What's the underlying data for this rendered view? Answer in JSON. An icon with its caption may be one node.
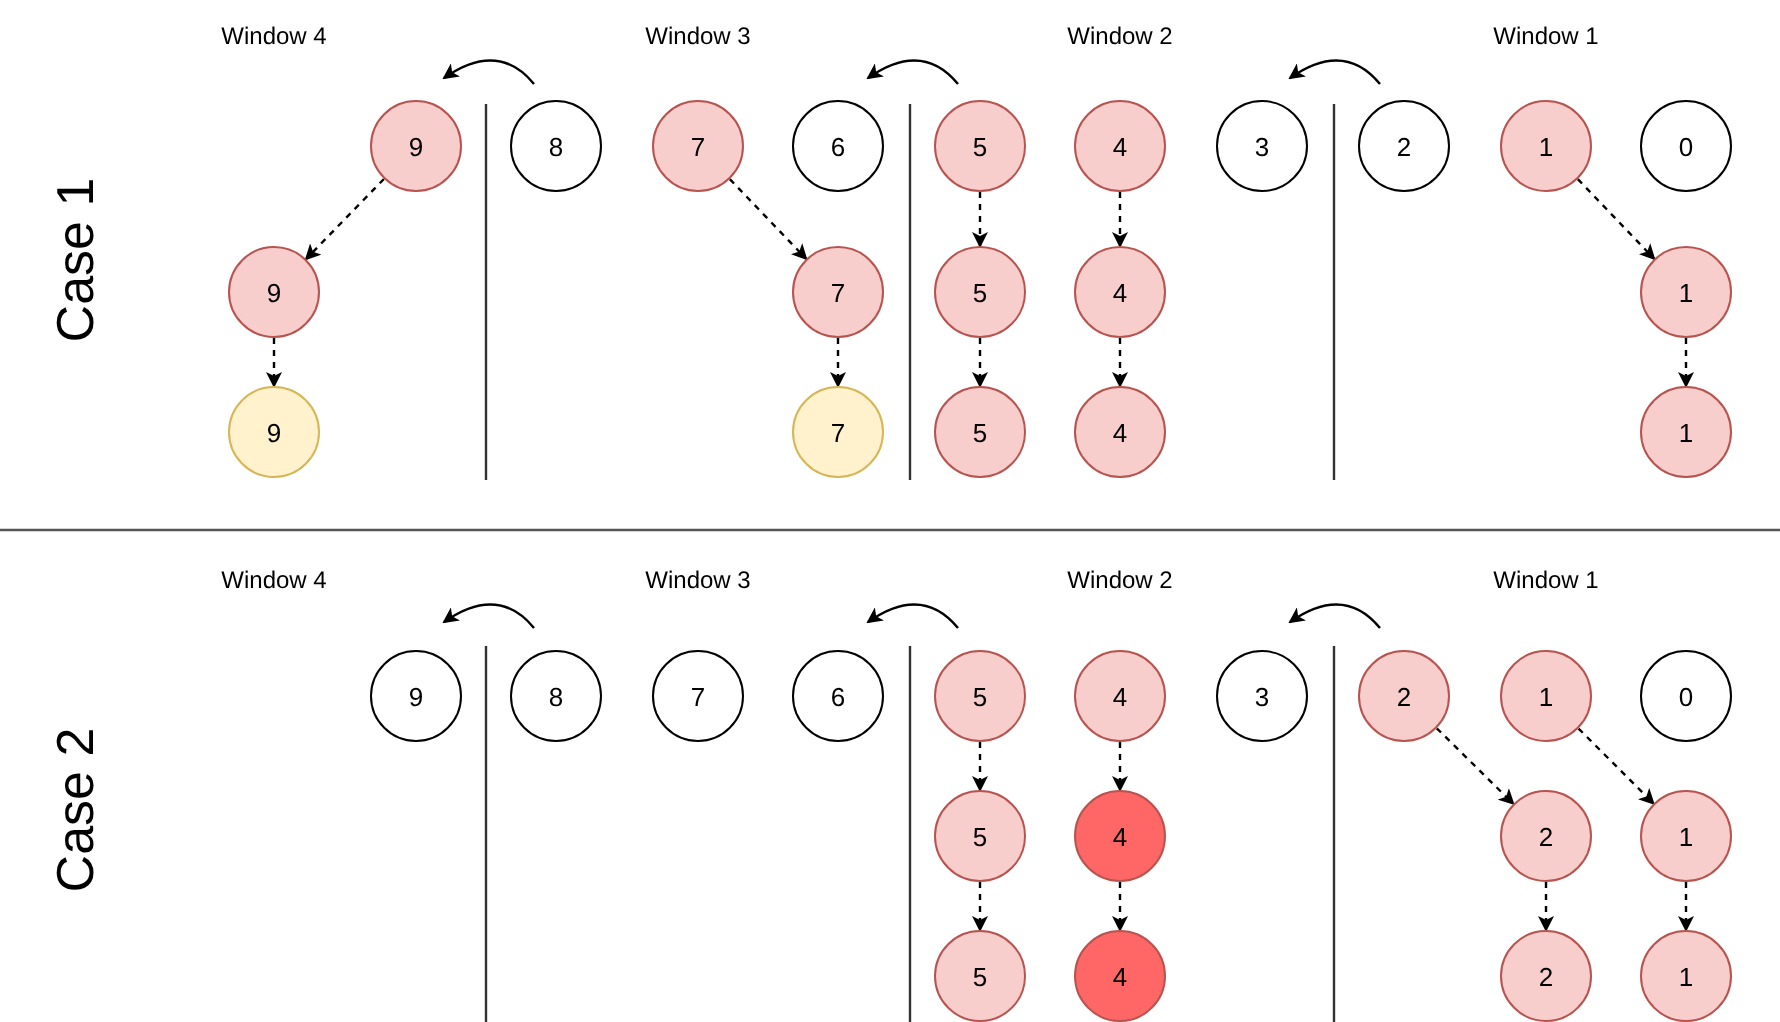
{
  "diagram": {
    "nodes": [
      {
        "text": [
          "9"
        ]
      },
      {
        "text": [
          "8"
        ]
      },
      {
        "text": [
          "7"
        ]
      },
      {
        "text": [
          "6"
        ]
      },
      {
        "text": [
          "5"
        ]
      },
      {
        "text": [
          "4"
        ]
      },
      {
        "text": [
          "3"
        ]
      },
      {
        "text": [
          "2"
        ]
      },
      {
        "text": [
          "1"
        ]
      },
      {
        "text": [
          "0"
        ]
      },
      {
        "text": [
          "9"
        ]
      },
      {
        "text": [
          "7"
        ]
      },
      {
        "text": [
          "5"
        ]
      },
      {
        "text": [
          "4"
        ]
      },
      {
        "text": [
          "1"
        ]
      },
      {
        "text": [
          "9"
        ]
      },
      {
        "text": [
          "7"
        ]
      },
      {
        "text": [
          "5"
        ]
      },
      {
        "text": [
          "4"
        ]
      },
      {
        "text": [
          "1"
        ]
      },
      {
        "text": [
          "9"
        ]
      },
      {
        "text": [
          "8"
        ]
      },
      {
        "text": [
          "7"
        ]
      },
      {
        "text": [
          "6"
        ]
      },
      {
        "text": [
          "5"
        ]
      },
      {
        "text": [
          "4"
        ]
      },
      {
        "text": [
          "3"
        ]
      },
      {
        "text": [
          "2"
        ]
      },
      {
        "text": [
          "1"
        ]
      },
      {
        "text": [
          "0"
        ]
      },
      {
        "text": [
          "5"
        ]
      },
      {
        "text": [
          "4"
        ]
      },
      {
        "text": [
          "2"
        ]
      },
      {
        "text": [
          "1"
        ]
      },
      {
        "text": [
          "5"
        ]
      },
      {
        "text": [
          "4"
        ]
      },
      {
        "text": [
          "2"
        ]
      },
      {
        "text": [
          "1"
        ]
      }
    ],
    "edges": [
      {
        "from": 0,
        "to": 10,
        "arrow": "to",
        "style": "dashed"
      },
      {
        "from": 10,
        "to": 15,
        "arrow": "to",
        "style": "dashed"
      },
      {
        "from": 2,
        "to": 11,
        "arrow": "to",
        "style": "dashed"
      },
      {
        "from": 11,
        "to": 16,
        "arrow": "to",
        "style": "dashed"
      },
      {
        "from": 4,
        "to": 12,
        "arrow": "to",
        "style": "dashed"
      },
      {
        "from": 12,
        "to": 17,
        "arrow": "to",
        "style": "dashed"
      },
      {
        "from": 5,
        "to": 13,
        "arrow": "to",
        "style": "dashed"
      },
      {
        "from": 13,
        "to": 18,
        "arrow": "to",
        "style": "dashed"
      },
      {
        "from": 8,
        "to": 14,
        "arrow": "to",
        "style": "dashed"
      },
      {
        "from": 14,
        "to": 19,
        "arrow": "to",
        "style": "dashed"
      },
      {
        "from": 24,
        "to": 30,
        "arrow": "to",
        "style": "dashed"
      },
      {
        "from": 30,
        "to": 34,
        "arrow": "to",
        "style": "dashed"
      },
      {
        "from": 25,
        "to": 31,
        "arrow": "to",
        "style": "dashed"
      },
      {
        "from": 31,
        "to": 35,
        "arrow": "to",
        "style": "dashed"
      },
      {
        "from": 27,
        "to": 32,
        "arrow": "to",
        "style": "dashed"
      },
      {
        "from": 32,
        "to": 36,
        "arrow": "to",
        "style": "dashed"
      },
      {
        "from": 28,
        "to": 33,
        "arrow": "to",
        "style": "dashed"
      },
      {
        "from": 33,
        "to": 37,
        "arrow": "to",
        "style": "dashed"
      }
    ],
    "labels": [
      "Window 4",
      "Window 3",
      "Window 2",
      "Window 1",
      "Case 1",
      "Window 4",
      "Window 3",
      "Window 2",
      "Window 1",
      "Case 2"
    ]
  }
}
